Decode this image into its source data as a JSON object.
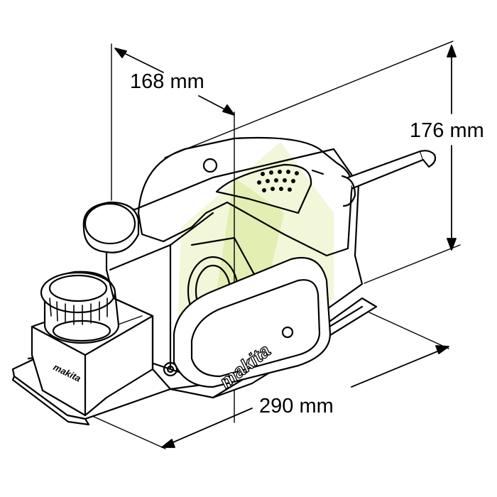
{
  "dimensions": {
    "depth": "168 mm",
    "height": "176 mm",
    "length": "290 mm"
  },
  "brand": {
    "body_logo": "makita",
    "shoe_logo": "makita"
  },
  "colors": {
    "line": "#000000",
    "watermark": "#d9e89a"
  }
}
